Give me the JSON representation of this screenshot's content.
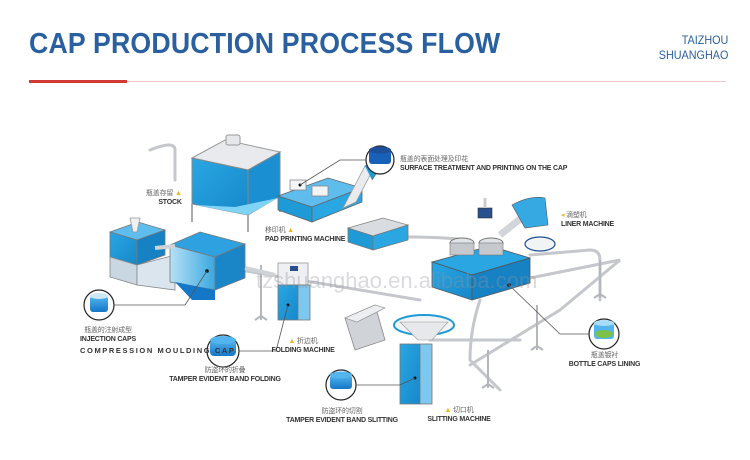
{
  "header": {
    "title": "CAP PRODUCTION PROCESS FLOW",
    "brand_line1": "TAIZHOU",
    "brand_line2": "SHUANGHAO"
  },
  "colors": {
    "title_blue": "#2a5fa0",
    "accent_red": "#d03a32",
    "machine_blue": "#1e9ad6",
    "machine_light": "#7cc8ef",
    "frame_gray": "#b9bcc2",
    "marker_yellow": "#f2b51d"
  },
  "steps": {
    "stock": {
      "cn": "瓶盖存留",
      "en": "STOCK"
    },
    "pad_printing": {
      "cn": "移印机",
      "en": "PAD PRINTING MACHINE"
    },
    "surface": {
      "cn": "瓶盖的表面处理及印花",
      "en": "SURFACE TREATMENT AND PRINTING ON THE CAP"
    },
    "liner_machine": {
      "cn": "滴塑机",
      "en": "LINER MACHINE"
    },
    "injection": {
      "cn": "瓶盖的注射成型",
      "en": "INJECTION CAPS"
    },
    "compression": "COMPRESSION   MOULDING   CAP",
    "folding_machine": {
      "cn": "折边机",
      "en": "FOLDING MACHINE"
    },
    "band_folding": {
      "cn": "防盗环的折叠",
      "en": "TAMPER EVIDENT BAND FOLDING"
    },
    "caps_lining": {
      "cn": "瓶盖镀衬",
      "en": "BOTTLE CAPS LINING"
    },
    "band_slitting": {
      "cn": "防盗环的切割",
      "en": "TAMPER EVIDENT BAND SLITTING"
    },
    "slitting_machine": {
      "cn": "切口机",
      "en": "SLITTING  MACHINE"
    }
  },
  "watermark": "tzshuanghao.en.alibaba.com",
  "marker_glyph": "▲"
}
